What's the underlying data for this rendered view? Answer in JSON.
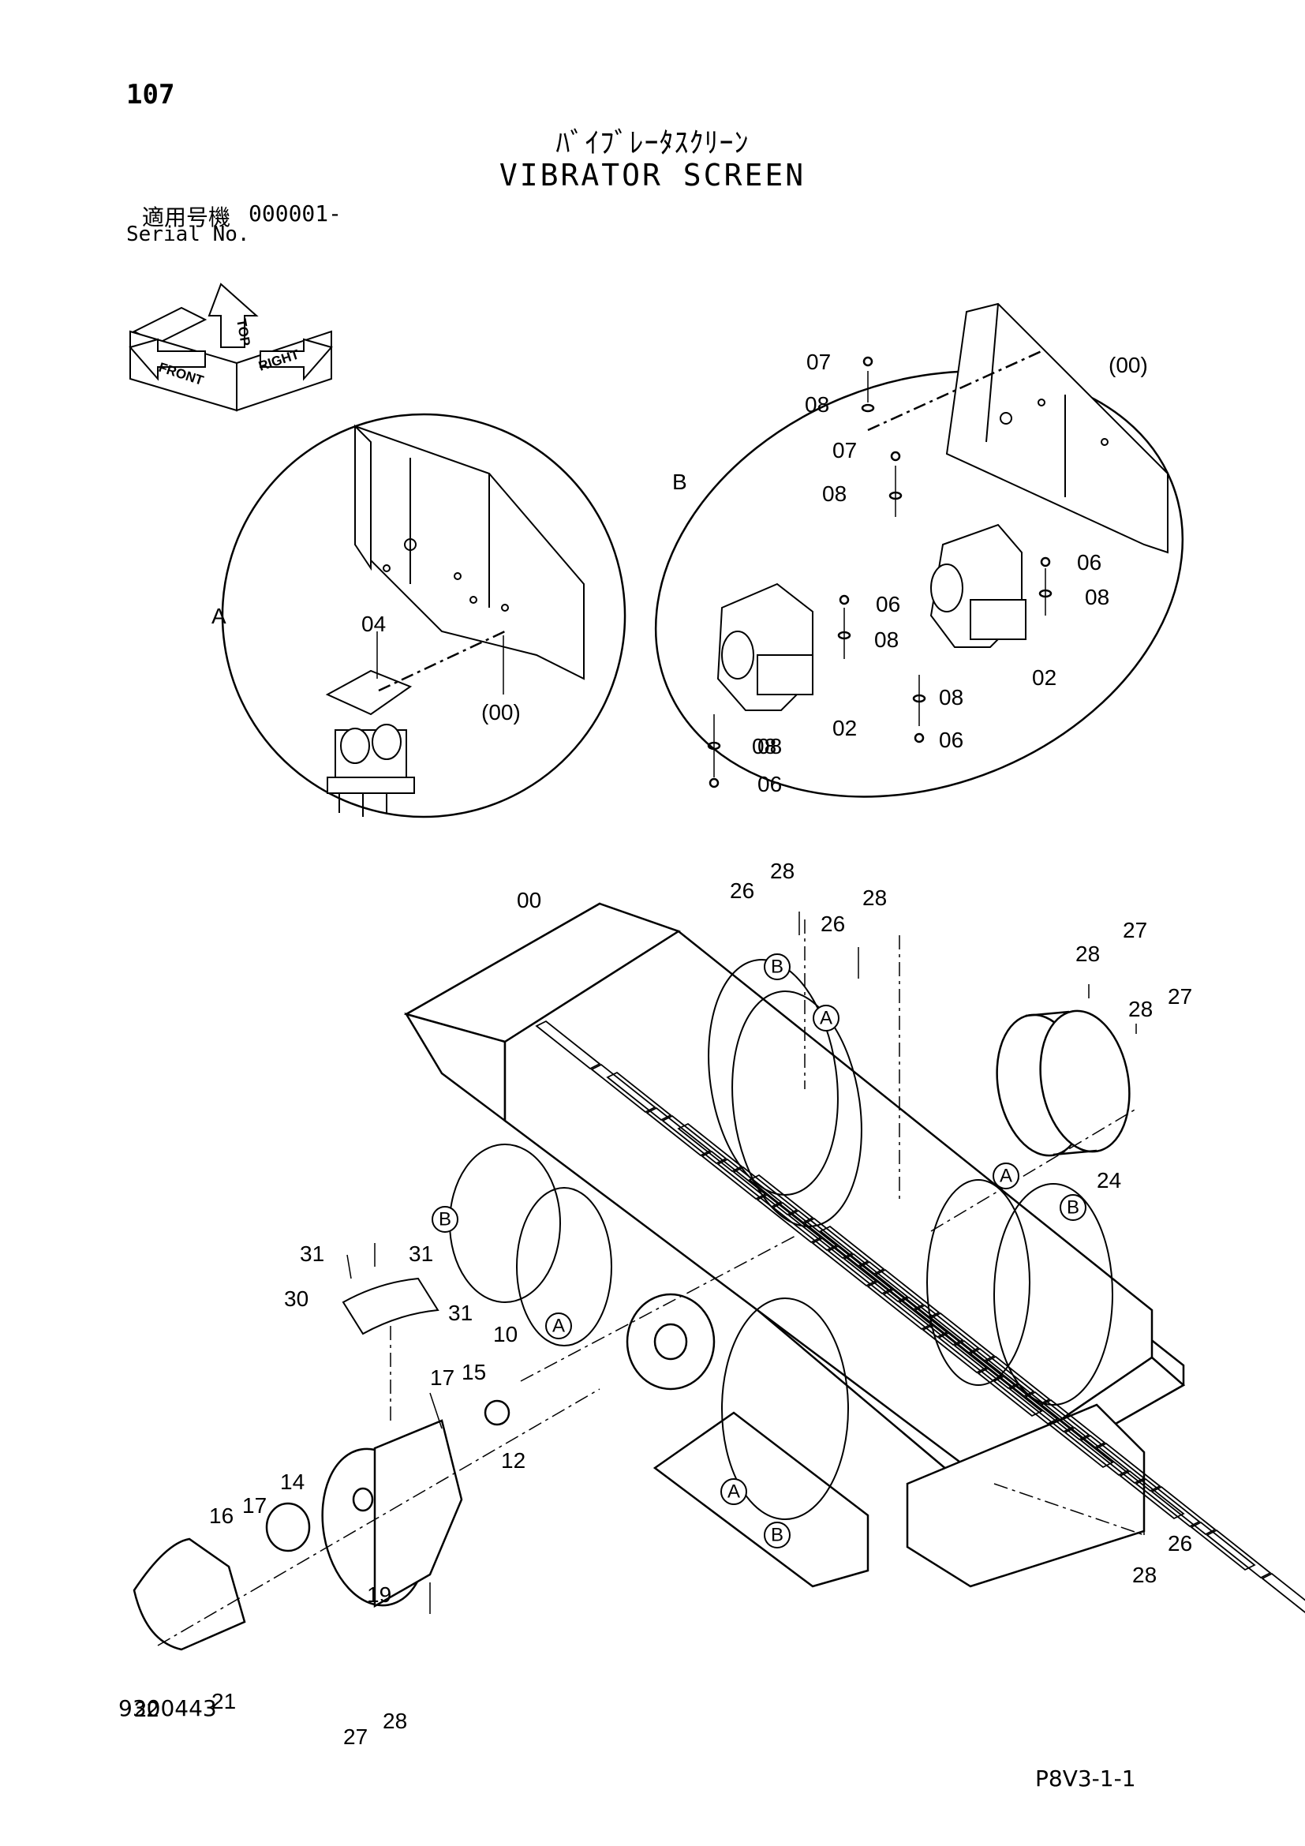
{
  "page_number": "107",
  "title_ja": "ﾊﾞｲﾌﾞﾚｰﾀｽｸﾘｰﾝ",
  "title_en": "VIBRATOR SCREEN",
  "serial": {
    "label_ja": "適用号機",
    "value": "000001-",
    "label_en": "Serial No."
  },
  "orientation": {
    "front": "FRONT",
    "top": "TOP",
    "right": "RIGHT"
  },
  "drawing_number": "9300443",
  "page_code": "P8V3-1-1",
  "detail_labels": {
    "a": "A",
    "b": "B"
  },
  "callouts": [
    {
      "id": "c1",
      "text": "04"
    },
    {
      "id": "c2",
      "text": "(00)"
    },
    {
      "id": "c3",
      "text": "07"
    },
    {
      "id": "c4",
      "text": "08"
    },
    {
      "id": "c5",
      "text": "07"
    },
    {
      "id": "c6",
      "text": "08"
    },
    {
      "id": "c7",
      "text": "(00)"
    },
    {
      "id": "c8",
      "text": "06"
    },
    {
      "id": "c9",
      "text": "08"
    },
    {
      "id": "c10",
      "text": "06"
    },
    {
      "id": "c11",
      "text": "08"
    },
    {
      "id": "c12",
      "text": "02"
    },
    {
      "id": "c13",
      "text": "08"
    },
    {
      "id": "c14",
      "text": "06"
    },
    {
      "id": "c15",
      "text": "08"
    },
    {
      "id": "c16",
      "text": "02"
    },
    {
      "id": "c17",
      "text": "08"
    },
    {
      "id": "c18",
      "text": "06"
    },
    {
      "id": "c19",
      "text": "00"
    },
    {
      "id": "c20",
      "text": "26"
    },
    {
      "id": "c21",
      "text": "28"
    },
    {
      "id": "c22",
      "text": "26"
    },
    {
      "id": "c23",
      "text": "28"
    },
    {
      "id": "c24",
      "text": "28"
    },
    {
      "id": "c25",
      "text": "27"
    },
    {
      "id": "c26",
      "text": "28"
    },
    {
      "id": "c27",
      "text": "27"
    },
    {
      "id": "c28",
      "text": "24"
    },
    {
      "id": "c29",
      "text": "31"
    },
    {
      "id": "c30",
      "text": "31"
    },
    {
      "id": "c31",
      "text": "30"
    },
    {
      "id": "c32",
      "text": "31"
    },
    {
      "id": "c33",
      "text": "10"
    },
    {
      "id": "c34",
      "text": "17"
    },
    {
      "id": "c35",
      "text": "15"
    },
    {
      "id": "c36",
      "text": "12"
    },
    {
      "id": "c37",
      "text": "14"
    },
    {
      "id": "c38",
      "text": "16"
    },
    {
      "id": "c39",
      "text": "17"
    },
    {
      "id": "c40",
      "text": "19"
    },
    {
      "id": "c41",
      "text": "22"
    },
    {
      "id": "c42",
      "text": "21"
    },
    {
      "id": "c43",
      "text": "27"
    },
    {
      "id": "c44",
      "text": "28"
    },
    {
      "id": "c45",
      "text": "28"
    },
    {
      "id": "c46",
      "text": "26"
    }
  ],
  "circle_refs": [
    {
      "id": "r1",
      "text": "B"
    },
    {
      "id": "r2",
      "text": "A"
    },
    {
      "id": "r3",
      "text": "A"
    },
    {
      "id": "r4",
      "text": "B"
    },
    {
      "id": "r5",
      "text": "B"
    },
    {
      "id": "r6",
      "text": "A"
    },
    {
      "id": "r7",
      "text": "A"
    },
    {
      "id": "r8",
      "text": "B"
    }
  ]
}
